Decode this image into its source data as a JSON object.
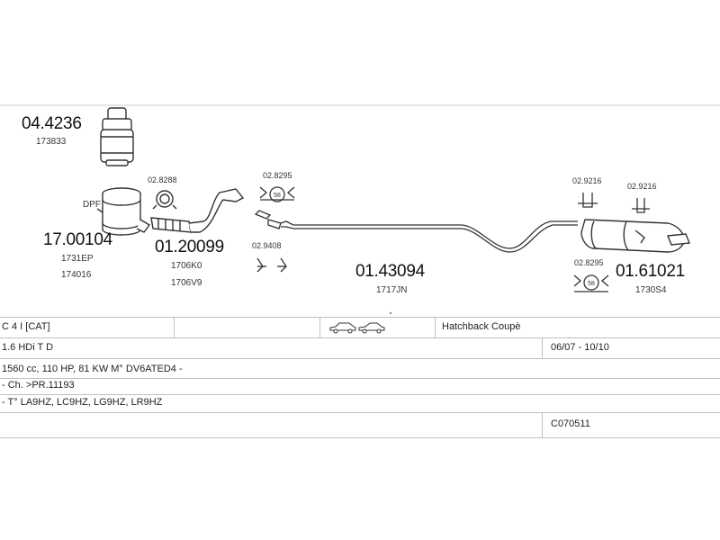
{
  "parts": {
    "cat": {
      "code": "04.4236",
      "ref": "173833"
    },
    "dpf": {
      "label": "DPF",
      "code": "17.00104",
      "ref1": "1731EP",
      "ref2": "174016"
    },
    "clamp": {
      "code": "02.8288"
    },
    "front_pipe": {
      "code": "01.20099",
      "ref1": "1706K0",
      "ref2": "1706V9"
    },
    "hanger_top": {
      "code": "02.8295"
    },
    "hanger_bottom": {
      "code": "02.9408"
    },
    "mid_pipe": {
      "code": "01.43094",
      "ref": "1717JN"
    },
    "rear_hanger_a": {
      "code": "02.9216"
    },
    "rear_hanger_b": {
      "code": "02.9216"
    },
    "rear_hanger_c": {
      "code": "02.8295"
    },
    "rear_silencer": {
      "code": "01.61021",
      "ref": "1730S4"
    }
  },
  "table": {
    "model": "C 4 I  [CAT]",
    "body_type": "Hatchback Coupè",
    "engine": "1.6 HDi T D",
    "dates": "06/07  -  10/10",
    "spec": "1560 cc, 110 HP, 81 KW  M° DV6ATED4 -",
    "chassis": "- Ch. >PR.11193",
    "types": "- T° LA9HZ, LC9HZ, LG9HZ, LR9HZ",
    "catalog_code": "C070511"
  }
}
